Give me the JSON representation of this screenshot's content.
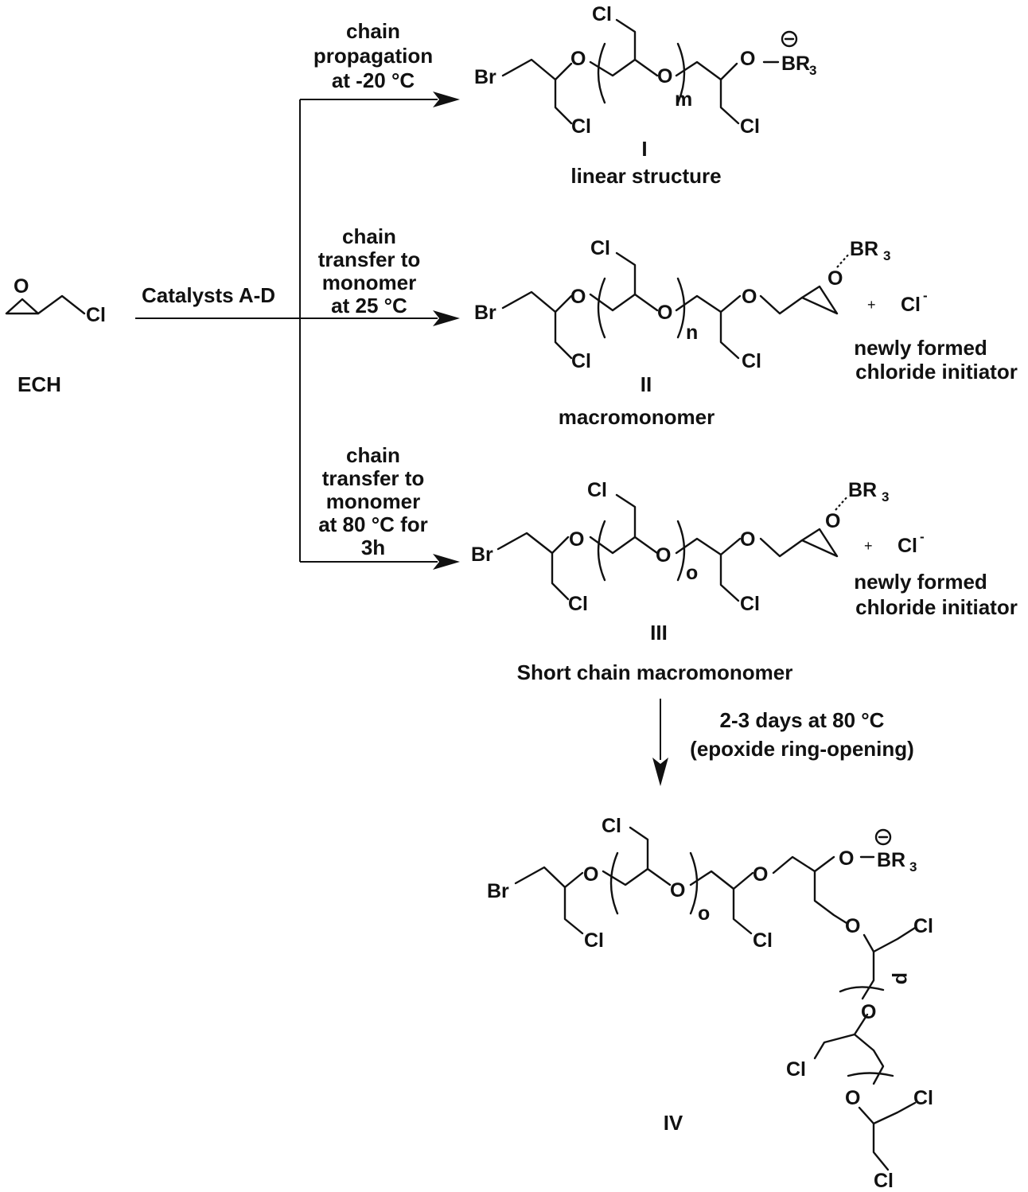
{
  "start": {
    "label": "ECH",
    "cl": "Cl",
    "o": "O"
  },
  "arrows": {
    "catalysts": "Catalysts A-D",
    "path1": [
      "chain",
      "propagation",
      "at -20 °C"
    ],
    "path2": [
      "chain",
      "transfer to",
      "monomer",
      "at 25 °C"
    ],
    "path3": [
      "chain",
      "transfer to",
      "monomer",
      "at 80 °C for",
      "3h"
    ],
    "down": [
      "2-3 days at 80 °C",
      "(epoxide ring-opening)"
    ]
  },
  "products": {
    "p1": {
      "id": "I",
      "name": "linear structure",
      "repeat": "m",
      "br": "Br",
      "cl": "Cl",
      "o": "O",
      "boron": "B",
      "r": "R",
      "sub": "3",
      "charge": "−"
    },
    "p2": {
      "id": "II",
      "name": "macromonomer",
      "repeat": "n",
      "br": "Br",
      "cl": "Cl",
      "o": "O",
      "boron": "BR",
      "sub": "3",
      "plus": "+",
      "chloride": "Cl",
      "chloride_sup": "-",
      "note": [
        "newly formed",
        "chloride initiator"
      ]
    },
    "p3": {
      "id": "III",
      "name": "Short chain macromonomer",
      "repeat": "o",
      "br": "Br",
      "cl": "Cl",
      "o": "O",
      "boron": "BR",
      "sub": "3",
      "plus": "+",
      "chloride": "Cl",
      "chloride_sup": "-",
      "note": [
        "newly formed",
        "chloride initiator"
      ]
    },
    "p4": {
      "id": "IV",
      "repeat_o": "o",
      "repeat_p": "p",
      "br": "Br",
      "cl": "Cl",
      "o": "O",
      "boron": "BR",
      "sub": "3",
      "charge": "−"
    }
  }
}
